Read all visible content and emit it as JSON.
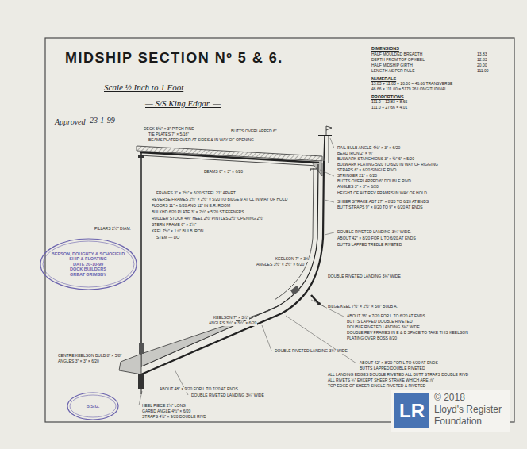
{
  "diagram": {
    "title": "MIDSHIP SECTION Nº 5 & 6.",
    "nodes": [
      {
        "text": [
          "BEESON, DOUGHTY & SCHOFIELD",
          "SHIP & FLOATING",
          "DATE 20-10-99",
          "DOCK BUILDERS",
          "GREAT GRIMSBY"
        ]
      },
      {
        "text": [
          "B.S.G."
        ]
      },
      {
        "text": [
          "LR"
        ]
      }
    ],
    "labels": [
      "Approved",
      "23-1-99",
      "Scale ½ Inch to 1 Foot",
      "— S/S King Edgar. —",
      "DIMENSIONS",
      "HALF MOULDED BREADTH",
      "13.83",
      "DEPTH FROM TOP OF KEEL",
      "12.83",
      "HALF MIDSHIP GIRTH",
      "20.00",
      "LENGTH AS PER RULE",
      "111.00",
      "NUMERALS",
      "13.83 + 12.83 + 20.00 = 46.66 TRANSVERSE",
      "46.66 × 111.00 = 5179.26 LONGITUDINAL",
      "PROPORTIONS",
      "111.0 ÷ 12.83 = 8.65",
      "111.0 ÷ 27.66 = 4.01",
      "DECK 6½″ × 3″ PITCH PINE",
      "TIE PLATES 7″ × 5/16″",
      "BUTTS OVERLAPPED 6″",
      "BEAMS PLATED OVER AT SIDES & IN WAY OF OPENING",
      "BEAMS 6″ × 3″ × 6/20",
      "FRAMES 3″ × 2½″ × 6/20 STEEL 21″ APART.",
      "REVERSE FRAMES 2½″ × 2½″ × 5/20 TO BILGE 9 AT CL IN WAY OF HOLD",
      "FLOORS 11″ × 6/20 AND 12″ IN E.R. ROOM",
      "BULKHD 6/20 PLATE 3″ × 2½″ × 5/20 STIFFENERS",
      "RUDDER STOCK 4⅜″ HEEL 2½″ PINTLES 2½″ OPENING 2½″",
      "STERN FRAME 6″ × 2½″",
      "KEEL 7½″ × 1⅞″ BULB IRON",
      "STEM — DO",
      "PILLARS 2½″ DIAM.",
      "RAIL BULB ANGLE 4½″ × 3″ × 6/20",
      "BEAD IRON 2″ × ⅝″",
      "BULWARK STANCHIONS 3″ × ½″ 6″ × 5/20",
      "BULWARK PLATING 5/20 TO 6/20 IN WAY OF RIGGING",
      "STRAPS 6″ × 6/20 SINGLE RIVD",
      "STRINGER 21″ × 6/20",
      "BUTTS OVERLAPPED 6″ DOUBLE RIVD",
      "ANGLES 3″ × 3″ × 6/20",
      "HEIGHT OF ALT REV FRAMES IN WAY OF HOLD",
      "SHEER STRAKE ABT 27″ × 8/20 TO 6/20 AT ENDS",
      "BUTT STRAPS 9″ × 8/20 TO 9″ × 6/20 AT ENDS",
      "DOUBLE RIVETED LANDING 3¾″ WIDE.",
      "ABOUT 42″ × 8/20 FOR L TO 6/20 AT ENDS",
      "BUTTS LAPPED TREBLE RIVETED",
      "KEELSON 7″ × 3½″",
      "ANGLES 3½″ × 3½″ × 6/20",
      "DOUBLE RIVETED LANDING 3¾″ WIDE",
      "BILGE KEEL 7½″ × 2½″ × 5/8″ BULB A.",
      "ABOUT 36″ × 7/20 FOR L TO 6/20 AT ENDS",
      "BUTTS LAPPED DOUBLE RIVETED",
      "DOUBLE RIVETED LANDING 3¾″ WIDE",
      "DOUBLE REV FRAMES IN E & B SPACE TO TAKE THIS KEELSON",
      "PLATING OVER BOSS 8/20",
      "KEELSON 7″ × 3½″",
      "ANGLES 3½″ × 3½″ × 6/20",
      "CENTRE KEELSON BULB 8″ × 5/8″",
      "ANGLES 3″ × 3″ × 6/20",
      "DOUBLE RIVETED LANDING 3¾″ WIDE",
      "ABOUT 42″ × 8/20 FOR L TO 6/20 AT ENDS",
      "BUTTS LAPPED DOUBLE RIVETED",
      "ALL LANDING EDGES DOUBLE RIVETED ALL BUTT STRAPS DOUBLE RIVD",
      "ALL RIVETS ¾″ EXCEPT SHEER STRAKE WHICH ARE ⅞″",
      "TOP EDGE OF SHEER SINGLE RIVETED & RIVETED",
      "ABOUT 48″ × 9/20 FOR L TO 7/20 AT ENDS",
      "DOUBLE RIVETED LANDING 3¾″ WIDE",
      "HEEL PIECE 2½″ LONG",
      "GARBD ANGLE 4½″ × 6/20",
      "STRAPS 4½″ × 9/20 DOUBLE RIVD",
      "© 2018",
      "Lloyd's Register",
      "Foundation"
    ]
  }
}
